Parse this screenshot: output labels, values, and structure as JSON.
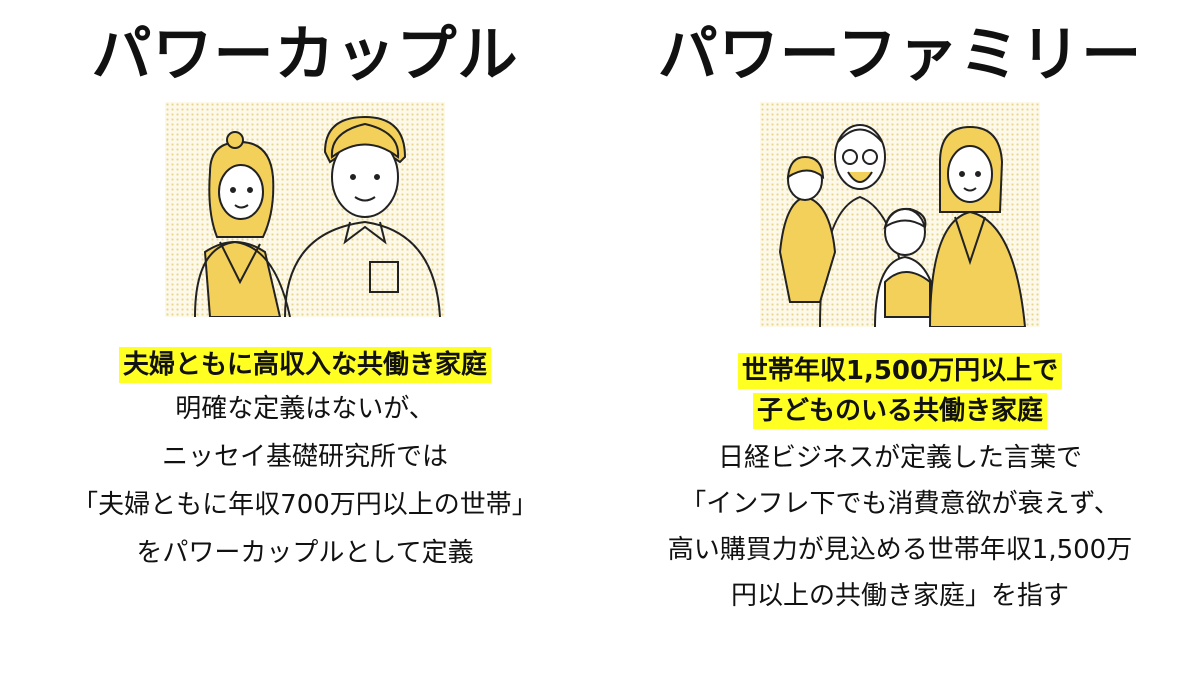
{
  "power_couple": {
    "title": "パワーカップル",
    "highlight": [
      "夫婦ともに高収入な共働き家庭"
    ],
    "body": [
      "明確な定義はないが、",
      "ニッセイ基礎研究所では",
      "「夫婦ともに年収700万円以上の世帯」",
      "をパワーカップルとして定義"
    ],
    "illustration": "couple-illustration"
  },
  "power_family": {
    "title": "パワーファミリー",
    "highlight": [
      "世帯年収1,500万円以上で",
      "子どものいる共働き家庭"
    ],
    "body": [
      "日経ビジネスが定義した言葉で",
      "「インフレ下でも消費意欲が衰えず、",
      "高い購買力が見込める世帯年収1,500万",
      "円以上の共働き家庭」を指す"
    ],
    "illustration": "family-illustration"
  },
  "colors": {
    "highlight": "#ffff22",
    "accent": "#f3d05a",
    "dots": "#e6d58a"
  }
}
